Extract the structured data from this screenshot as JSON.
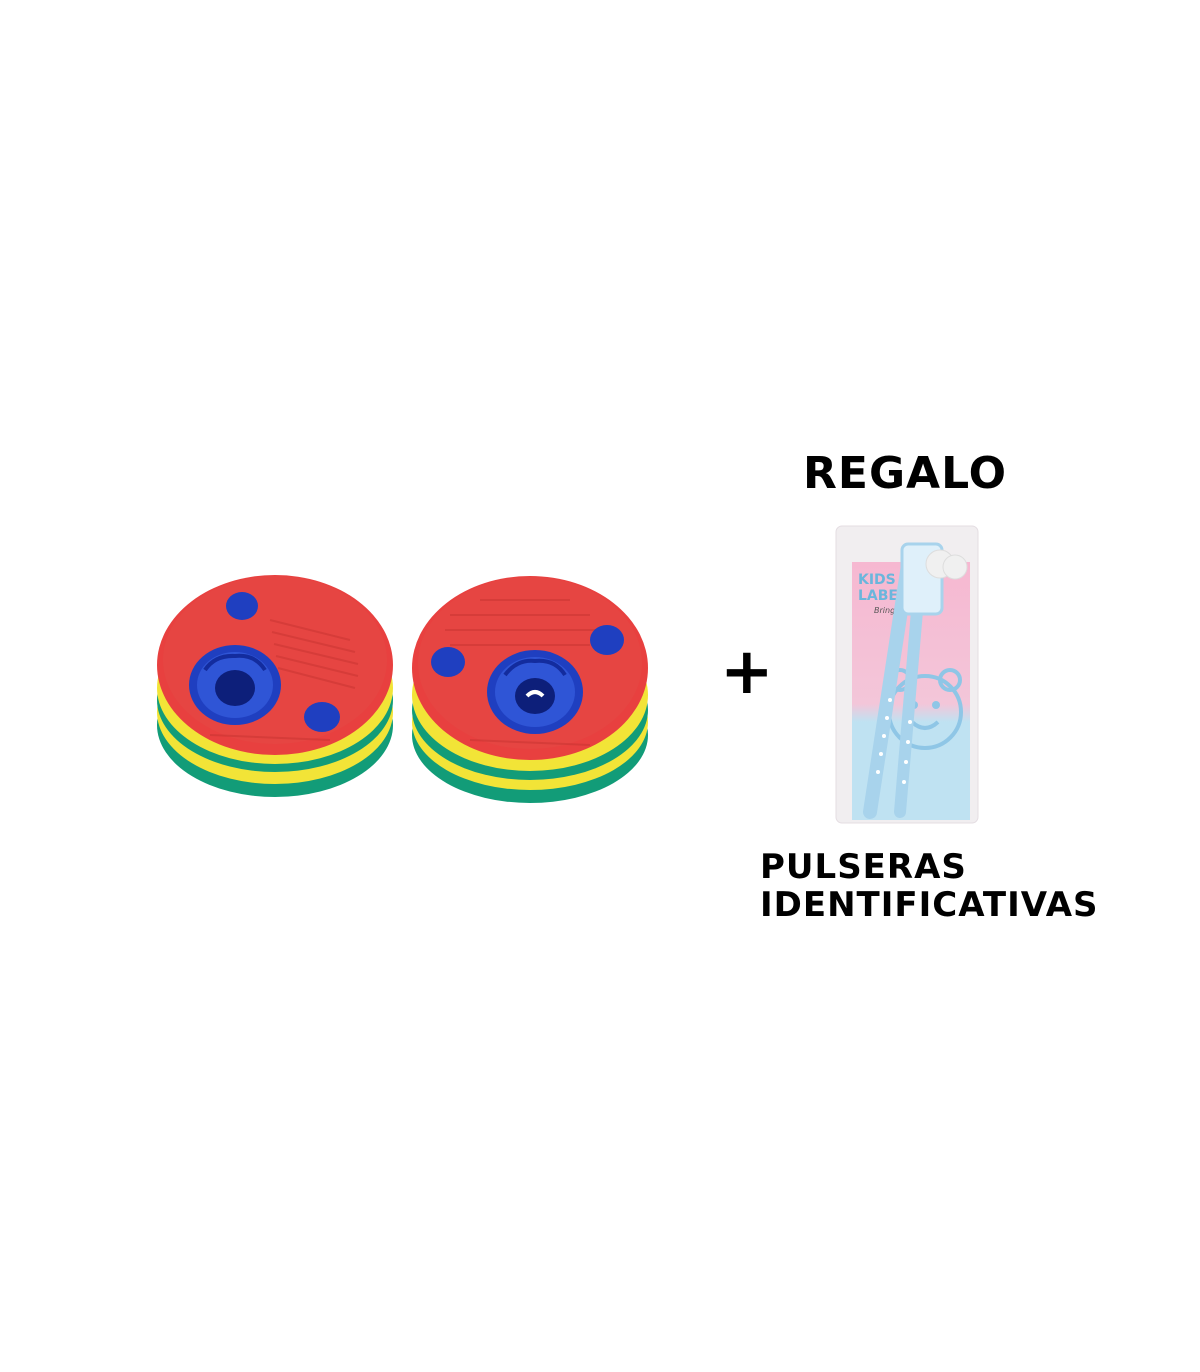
{
  "gift_label": "REGALO",
  "plus_symbol": "+",
  "caption": [
    "PULSERAS",
    "IDENTIFICATIVAS"
  ],
  "package_text": {
    "line1": "KIDS",
    "line2": "LABE",
    "tagline": "Bring me b"
  },
  "colors": {
    "disc_red": "#e8403f",
    "disc_yellow": "#f2e437",
    "disc_green": "#129c78",
    "disc_blue": "#1f3fc0",
    "package_pink": "#f6b8d1",
    "package_blue": "#bfe2f2",
    "bracelet_blue": "#a8d3ec"
  }
}
